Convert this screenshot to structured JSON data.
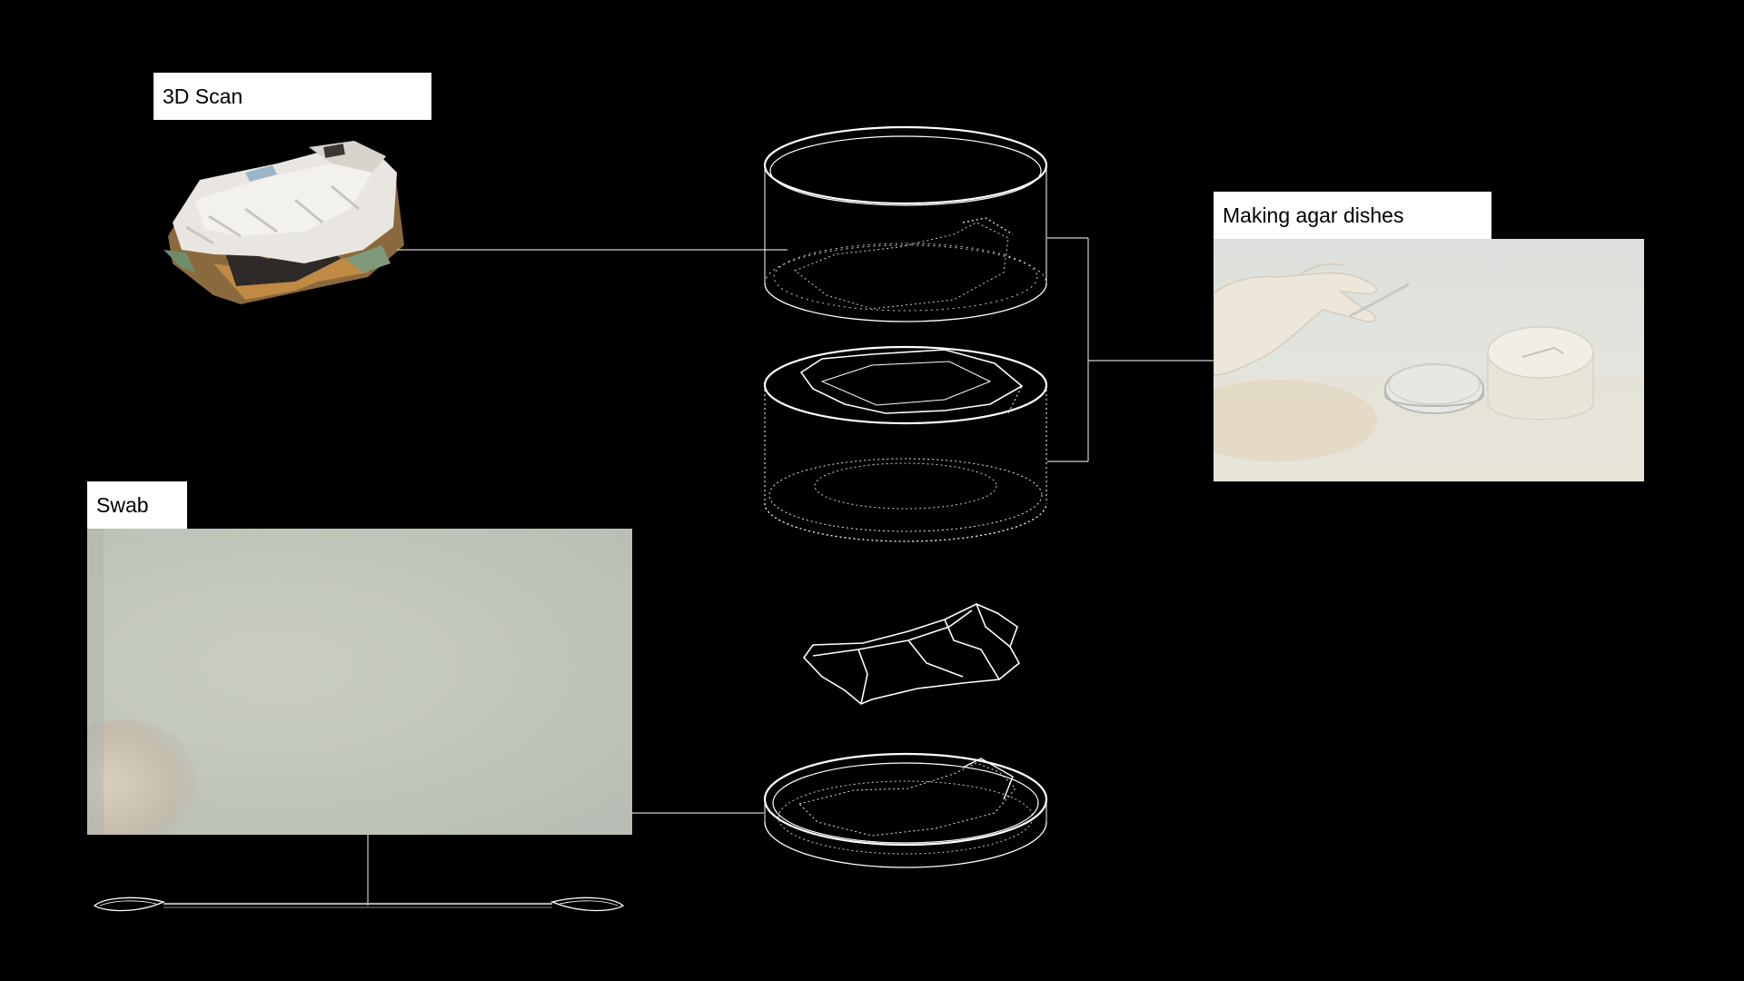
{
  "labels": {
    "scan": "3D Scan",
    "agar": "Making agar dishes",
    "swab": "Swab"
  },
  "icons": {
    "scan_photo": "bed-3d-scan-image",
    "agar_photo": "gloved-hand-agar-dish-photo",
    "swab_photo": "swab-video-frame",
    "top_cylinder": "wireframe-dish-with-sheet-icon",
    "middle_cylinder": "wireframe-dish-with-sheet-icon",
    "sheet": "wireframe-crumpled-sheet-icon",
    "petri_dish": "wireframe-petri-dish-icon",
    "swab_tool": "cotton-swab-icon"
  },
  "colors": {
    "background": "#000000",
    "wire": "#ffffff",
    "label_bg": "#ffffff",
    "label_text": "#000000"
  }
}
